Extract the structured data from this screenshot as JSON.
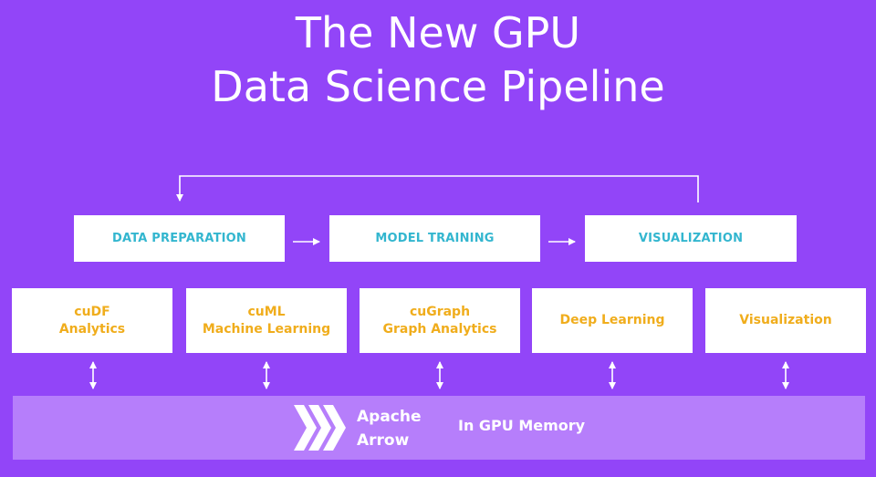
{
  "title": {
    "line1": "The New GPU",
    "line2": "Data Science Pipeline"
  },
  "stages": [
    {
      "label": "DATA PREPARATION"
    },
    {
      "label": "MODEL TRAINING"
    },
    {
      "label": "VISUALIZATION"
    }
  ],
  "libraries": [
    {
      "line1": "cuDF",
      "line2": "Analytics"
    },
    {
      "line1": "cuML",
      "line2": "Machine Learning"
    },
    {
      "line1": "cuGraph",
      "line2": "Graph Analytics"
    },
    {
      "line1": "Deep Learning",
      "line2": ""
    },
    {
      "line1": "Visualization",
      "line2": ""
    }
  ],
  "memory": {
    "logo_line1": "Apache",
    "logo_line2": "Arrow",
    "label": "In GPU Memory"
  },
  "colors": {
    "background": "#9245f8",
    "memory_bar": "#b67efb",
    "stage_text": "#33b6cf",
    "library_text": "#f0ad1c"
  },
  "icons": [
    "feedback-loop-arrow",
    "right-arrow",
    "bidirectional-arrow",
    "apache-arrow-chevrons"
  ]
}
